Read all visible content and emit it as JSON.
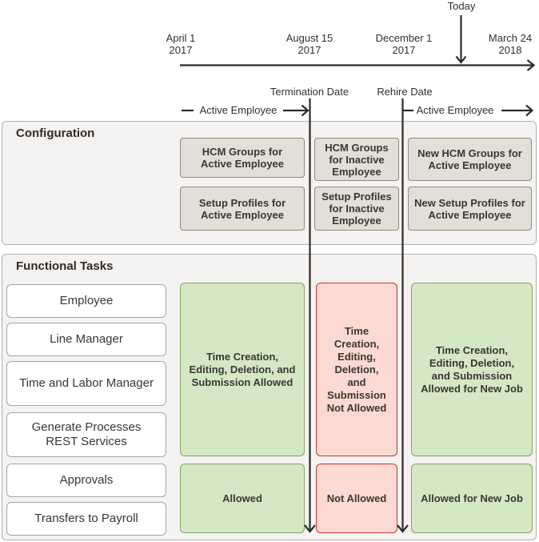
{
  "timeline": {
    "today_label": "Today",
    "dates": [
      {
        "line1": "April 1",
        "line2": "2017"
      },
      {
        "line1": "August 15",
        "line2": "2017"
      },
      {
        "line1": "December 1",
        "line2": "2017"
      },
      {
        "line1": "March 24",
        "line2": "2018"
      }
    ],
    "termination_label": "Termination Date",
    "rehire_label": "Rehire Date",
    "active_employee_left": "Active Employee",
    "active_employee_right": "Active Employee"
  },
  "configuration": {
    "title": "Configuration",
    "row1": [
      "HCM Groups for Active  Employee",
      "HCM Groups for Inactive Employee",
      "New HCM Groups for Active Employee"
    ],
    "row2": [
      "Setup Profiles for Active Employee",
      "Setup Profiles for Inactive Employee",
      "New Setup Profiles for Active Employee"
    ]
  },
  "functional_tasks": {
    "title": "Functional Tasks",
    "roles": [
      "Employee",
      "Line Manager",
      "Time and Labor Manager",
      "Generate Processes REST Services",
      "Approvals",
      "Transfers to Payroll"
    ],
    "statuses": {
      "time_before": "Time Creation, Editing, Deletion, and Submission Allowed",
      "time_inactive": "Time Creation, Editing, Deletion, and Submission Not Allowed",
      "time_after": "Time Creation, Editing, Deletion, and Submission Allowed for New Job",
      "approval_before": "Allowed",
      "approval_inactive": "Not Allowed",
      "approval_after": "Allowed for New Job"
    }
  },
  "colors": {
    "allowed_fill": "#d5e8c6",
    "allowed_border": "#7fa463",
    "not_allowed_fill": "#fcd9d2",
    "not_allowed_border": "#c13928",
    "config_box_fill": "#e2dfd9",
    "panel_fill": "#f4f3f1",
    "line_color": "#2f2b27"
  }
}
